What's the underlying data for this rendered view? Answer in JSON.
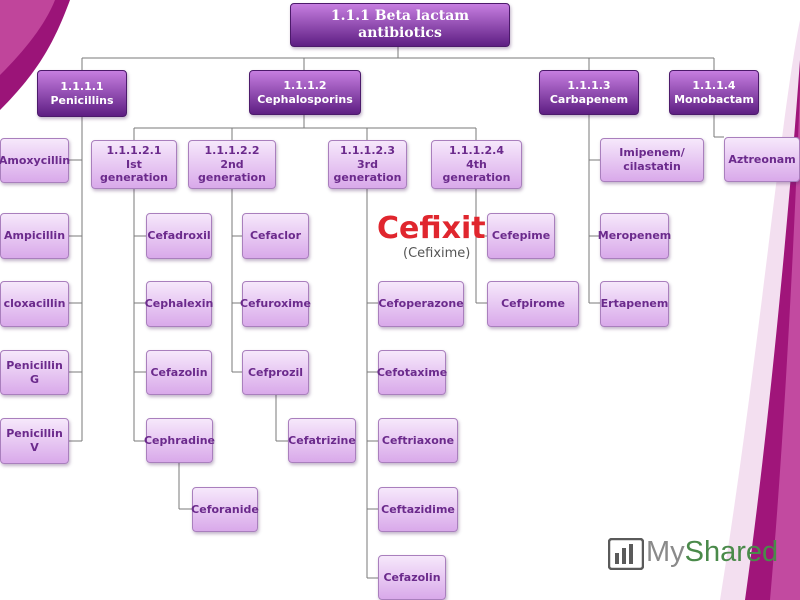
{
  "diagram": {
    "root": "1.1.1 Beta lactam antibiotics",
    "categories": {
      "penicillins": "1.1.1.1\nPenicillins",
      "cephalosporins": "1.1.1.2\nCephalosporins",
      "carbapenem": "1.1.1.3\nCarbapenem",
      "monobactam": "1.1.1.4\nMonobactam"
    },
    "generations": {
      "first": "1.1.1.2.1\nIst generation",
      "second": "1.1.1.2.2\n2nd generation",
      "third": "1.1.1.2.3\n3rd generation",
      "fourth": "1.1.1.2.4\n4th generation"
    },
    "penicillins": [
      "Amoxycillin",
      "Ampicillin",
      "cloxacillin",
      "Penicillin G",
      "Penicillin V"
    ],
    "first_gen": [
      "Cefadroxil",
      "Cephalexin",
      "Cefazolin",
      "Cephradine",
      "Ceforanide"
    ],
    "second_gen": [
      "Cefaclor",
      "Cefuroxime",
      "Cefprozil",
      "Cefatrizine"
    ],
    "third_gen": [
      "Cefoperazone",
      "Cefotaxime",
      "Ceftriaxone",
      "Ceftazidime",
      "Cefazolin"
    ],
    "fourth_gen": [
      "Cefepime",
      "Cefpirome"
    ],
    "carbapenem": [
      "Imipenem/\ncilastatin",
      "Meropenem",
      "Ertapenem"
    ],
    "monobactam": [
      "Aztreonam"
    ]
  },
  "brand": {
    "name": "Cefixit",
    "generic": "(Cefixime)"
  },
  "watermark": {
    "my": "My",
    "shared": "Shared"
  },
  "colors": {
    "box_light": "#f6e8fb",
    "box_dark": "#d9a9ea",
    "header_dark": "#5e1e83",
    "text_purple": "#6b2a8c",
    "brand_red": "#e0262e",
    "bg_magenta": "#a0157a"
  }
}
